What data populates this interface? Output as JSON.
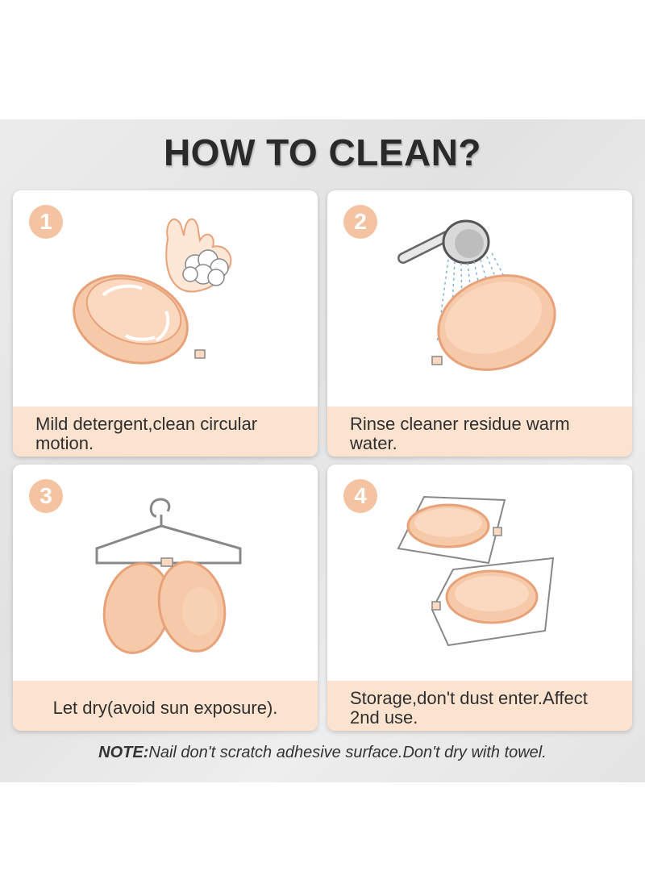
{
  "title": "HOW TO CLEAN?",
  "steps": [
    {
      "number": "1",
      "caption": "Mild detergent,clean circular motion."
    },
    {
      "number": "2",
      "caption": "Rinse cleaner residue warm water."
    },
    {
      "number": "3",
      "caption": "Let dry(avoid sun exposure)."
    },
    {
      "number": "4",
      "caption": "Storage,don't dust enter.Affect 2nd use."
    }
  ],
  "note": {
    "label": "NOTE:",
    "text": "Nail don't scratch adhesive surface.Don't dry with towel."
  },
  "colors": {
    "accent": "#f4c3a1",
    "caption_bg": "#fbe3cf",
    "cup_fill": "#f6c9a8",
    "cup_stroke": "#e8a27a"
  }
}
